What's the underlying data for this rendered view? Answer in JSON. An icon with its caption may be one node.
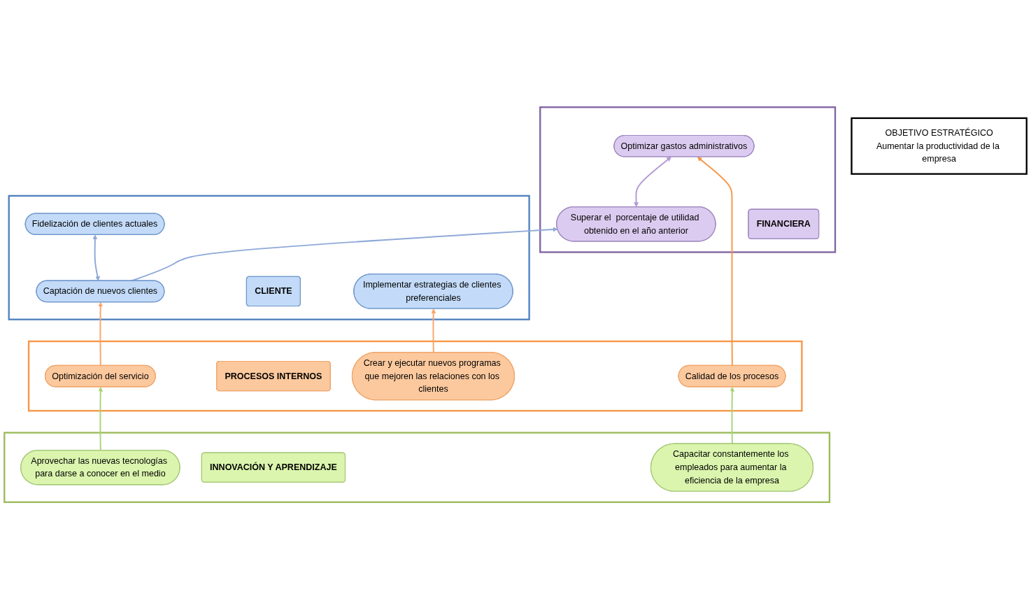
{
  "diagram": {
    "nodes": [
      {
        "text": [
          "OBJETIVO ESTRATÉGICO",
          "Aumentar la productividad de la empresa"
        ]
      },
      {
        "text": [],
        "shape": "band"
      },
      {
        "text": [
          "FINANCIERA"
        ],
        "in": 1
      },
      {
        "text": [
          "Superar el  porcentaje de utilidad obtenido en el año anterior"
        ],
        "in": 1
      },
      {
        "text": [
          "Optimizar  gastos administrativos"
        ],
        "in": 1
      },
      {
        "text": [],
        "shape": "band"
      },
      {
        "text": [
          "CLIENTE"
        ],
        "in": 5
      },
      {
        "text": [
          "Captación de nuevos clientes"
        ],
        "in": 5
      },
      {
        "text": [
          "Fidelización de clientes actuales"
        ],
        "in": 5
      },
      {
        "text": [
          "Implementar estrategias de clientes preferenciales"
        ],
        "in": 5
      },
      {
        "text": [],
        "shape": "band"
      },
      {
        "text": [
          "PROCESOS INTERNOS"
        ],
        "in": 10
      },
      {
        "text": [
          "Optimización del servicio"
        ],
        "in": 10
      },
      {
        "text": [
          "Calidad de los procesos"
        ],
        "in": 10
      },
      {
        "text": [
          "Crear y ejecutar nuevos programas que mejoren las relaciones con los clientes"
        ],
        "in": 10
      },
      {
        "text": [],
        "shape": "band"
      },
      {
        "text": [
          "INNOVACIÓN Y APRENDIZAJE"
        ],
        "in": 15
      },
      {
        "text": [
          "Aprovechar las nuevas tecnologías para darse a conocer en el medio"
        ],
        "in": 15
      },
      {
        "text": [
          "Capacitar constantemente los empleados para aumentar la eficiencia de la empresa"
        ],
        "in": 15
      }
    ],
    "edges": [
      {
        "from": 7,
        "to": 3,
        "arrow": "to",
        "color": "#8fa9d8"
      },
      {
        "from": 3,
        "to": 4,
        "arrow": "both",
        "color": "#b49ad4"
      },
      {
        "from": 7,
        "to": 8,
        "arrow": "both",
        "color": "#8fa9d8"
      },
      {
        "from": 13,
        "to": 4,
        "arrow": "to",
        "color": "#f79646"
      },
      {
        "from": 12,
        "to": 7,
        "arrow": "to",
        "color": "#f7a66a"
      },
      {
        "from": 14,
        "to": 9,
        "arrow": "to",
        "color": "#f7a66a"
      },
      {
        "from": 17,
        "to": 12,
        "arrow": "to",
        "color": "#a9d47a"
      },
      {
        "from": 18,
        "to": 13,
        "arrow": "to",
        "color": "#a9d47a"
      }
    ]
  }
}
